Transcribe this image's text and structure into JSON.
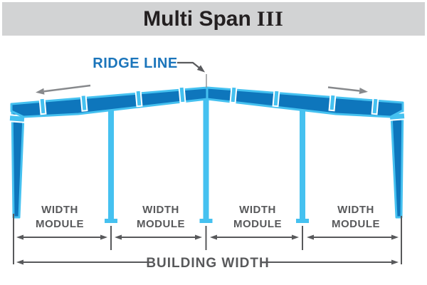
{
  "header": {
    "title_main": "Multi Span",
    "title_numeral": "III"
  },
  "diagram": {
    "ridge_label": "RIDGE LINE",
    "building_width_label": "BUILDING WIDTH",
    "modules": [
      {
        "line1": "WIDTH",
        "line2": "MODULE"
      },
      {
        "line1": "WIDTH",
        "line2": "MODULE"
      },
      {
        "line1": "WIDTH",
        "line2": "MODULE"
      },
      {
        "line1": "WIDTH",
        "line2": "MODULE"
      }
    ]
  },
  "colors": {
    "frame_dark_blue": "#0e76bc",
    "frame_light_blue": "#45c1f0",
    "ridge_text_blue": "#1b75bb",
    "dimension_gray": "#58595b",
    "slope_arrow_gray": "#87898c",
    "title_bar_gray": "#d2d3d4",
    "title_text": "#231f20",
    "background": "#ffffff"
  }
}
